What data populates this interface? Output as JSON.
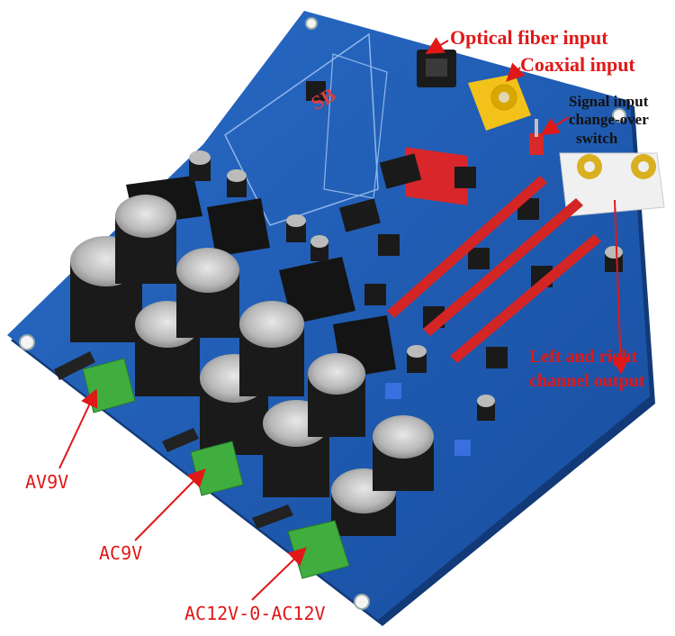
{
  "labels": {
    "optical": "Optical fiber input",
    "coaxial": "Coaxial input",
    "switch_line1": "Signal input",
    "switch_line2": "change-over",
    "switch_line3": "switch",
    "output_line1": "Left and right",
    "output_line2": "channel output",
    "av9v": "AV9V",
    "ac9v": "AC9V",
    "ac12v": "AC12V-0-AC12V",
    "board_silk": "SB"
  },
  "colors": {
    "pcb": "#1f5fb8",
    "pcb_dark": "#163f82",
    "label_red": "#e01818",
    "arrow_red": "#e01818",
    "terminal_green": "#3fae3f",
    "capacitor_black": "#1a1a1a",
    "capacitor_silver": "#c9c9c9",
    "header_red": "#d42525",
    "rca_yellow": "#f2c21a",
    "rca_white": "#f0f0f0"
  }
}
